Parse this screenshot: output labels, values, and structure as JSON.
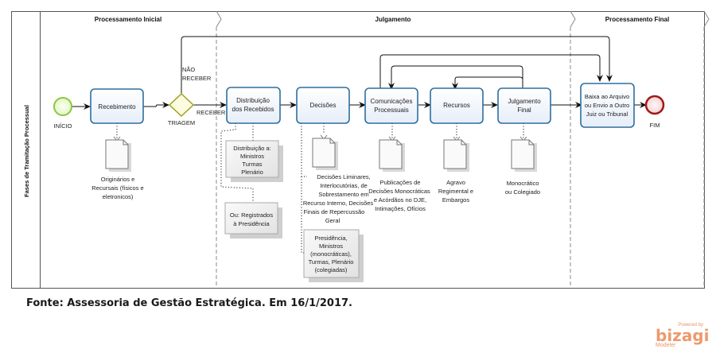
{
  "pool": {
    "label": "Fases de Tramitação Processual"
  },
  "phases": [
    {
      "label": "Processamento Inicial"
    },
    {
      "label": "Julgamento"
    },
    {
      "label": "Processamento Final"
    }
  ],
  "events": {
    "start": {
      "label": "INÍCIO",
      "color": "#8dc63f"
    },
    "end": {
      "label": "FIM",
      "color": "#b22222"
    }
  },
  "gateway": {
    "label": "TRIAGEM",
    "yes": "RECEBER",
    "no_line1": "NÃO",
    "no_line2": "RECEBER"
  },
  "tasks": [
    {
      "lines": [
        "Recebimento"
      ]
    },
    {
      "lines": [
        "Distribuição",
        "dos Recebidos"
      ]
    },
    {
      "lines": [
        "Decisões"
      ]
    },
    {
      "lines": [
        "Comunicações",
        "Processuais"
      ]
    },
    {
      "lines": [
        "Recursos"
      ]
    },
    {
      "lines": [
        "Julgamento",
        "Final"
      ]
    },
    {
      "lines": [
        "Baixa ao Arquivo",
        "ou Envio a Outro",
        "Juiz ou Tribunal"
      ]
    }
  ],
  "documents": [
    {
      "lines": [
        "Originários e",
        "Recursais (físicos e",
        "eletronicos)"
      ]
    },
    {
      "lines": [
        "Decisões Liminares,",
        "Interlocutórias, de",
        "Sobrestamento em",
        "Recurso Interno, Decisões",
        "Finais de Repercussão",
        "Geral"
      ]
    },
    {
      "lines": [
        "Publicações de",
        "Decisões Monocráticas",
        "e Acórdãos no  DJE,",
        "Intimações, Ofícios"
      ]
    },
    {
      "lines": [
        "Agravo",
        "Regimental e",
        "Embargos"
      ]
    },
    {
      "lines": [
        "Monocrático",
        "ou Colegiado"
      ]
    }
  ],
  "annotations": [
    {
      "lines": [
        "Distribuição a:",
        "Ministros",
        "Turmas",
        "Plenário"
      ]
    },
    {
      "lines": [
        "Ou: Registrados",
        "à Presidência"
      ]
    },
    {
      "lines": [
        "Presidência,",
        "Ministros",
        "(monocráticas),",
        "Turmas, Plenário",
        "(colegiadas)"
      ]
    }
  ],
  "caption": "Fonte: Assessoria de Gestão Estratégica. Em 16/1/2017.",
  "branding": {
    "powered_by": "Powered by",
    "logo": "bizagi",
    "product": "Modeler"
  },
  "colors": {
    "task_border": "#2e6f9e",
    "task_fill": "#eef3fb",
    "gateway_border": "#a0a020",
    "gateway_fill": "#fbfbe0"
  }
}
